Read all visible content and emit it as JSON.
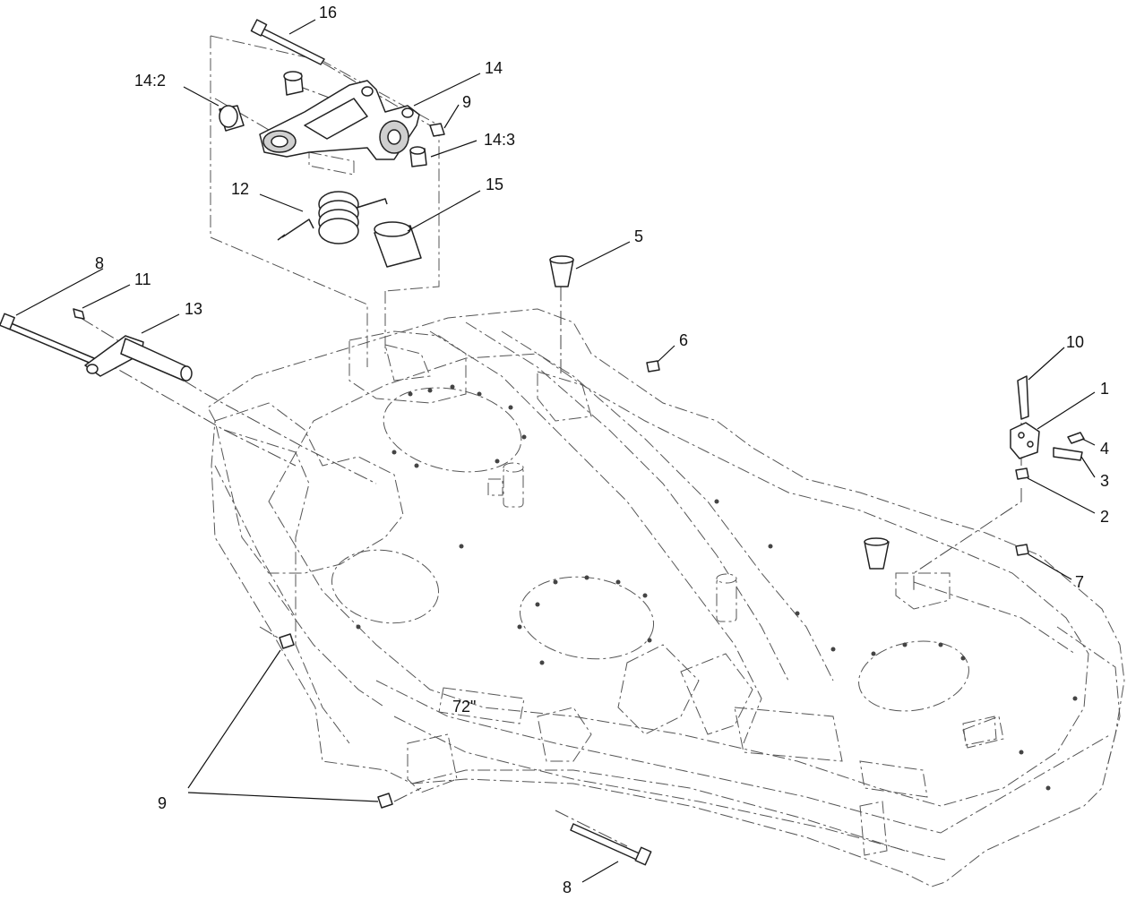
{
  "callouts": [
    {
      "id": "c16",
      "label": "16"
    },
    {
      "id": "c14_2",
      "label": "14:2"
    },
    {
      "id": "c14",
      "label": "14"
    },
    {
      "id": "c9a",
      "label": "9"
    },
    {
      "id": "c14_3",
      "label": "14:3"
    },
    {
      "id": "c12",
      "label": "12"
    },
    {
      "id": "c15",
      "label": "15"
    },
    {
      "id": "c5",
      "label": "5"
    },
    {
      "id": "c8a",
      "label": "8"
    },
    {
      "id": "c11",
      "label": "11"
    },
    {
      "id": "c13",
      "label": "13"
    },
    {
      "id": "c6",
      "label": "6"
    },
    {
      "id": "c10",
      "label": "10"
    },
    {
      "id": "c1",
      "label": "1"
    },
    {
      "id": "c4",
      "label": "4"
    },
    {
      "id": "c3",
      "label": "3"
    },
    {
      "id": "c2",
      "label": "2"
    },
    {
      "id": "c7",
      "label": "7"
    },
    {
      "id": "c9b",
      "label": "9"
    },
    {
      "id": "c8b",
      "label": "8"
    }
  ],
  "deck_decal": "72\""
}
